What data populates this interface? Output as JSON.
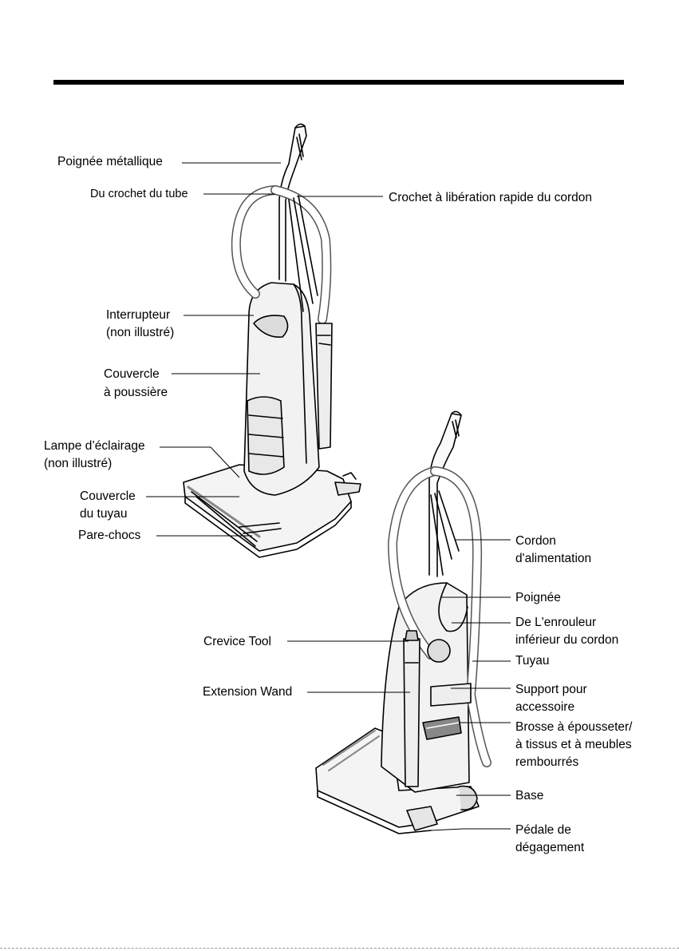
{
  "labels": {
    "poignee_metallique": "Poignée métallique",
    "crochet_tube": "Du crochet du tube",
    "crochet_cordon": "Crochet à libération rapide du cordon",
    "interrupteur_1": "Interrupteur",
    "interrupteur_2": "(non illustré)",
    "couvercle_poussiere_1": "Couvercle",
    "couvercle_poussiere_2": "à poussière",
    "lampe_1": "Lampe d’éclairage",
    "lampe_2": "(non illustré)",
    "couvercle_tuyau_1": "Couvercle",
    "couvercle_tuyau_2": "du tuyau",
    "pare_chocs": "Pare-chocs",
    "cordon_1": "Cordon",
    "cordon_2": "d'alimentation",
    "poignee": "Poignée",
    "enrouleur_1": "De L'enrouleur",
    "enrouleur_2": "inférieur du cordon",
    "tuyau": "Tuyau",
    "crevice_tool": "Crevice Tool",
    "support_1": "Support pour",
    "support_2": "accessoire",
    "extension_wand": "Extension Wand",
    "brosse_1": "Brosse à épousseter/",
    "brosse_2": "à tissus et à meubles",
    "brosse_3": "rembourrés",
    "base": "Base",
    "pedale_1": "Pédale de",
    "pedale_2": "dégagement"
  }
}
